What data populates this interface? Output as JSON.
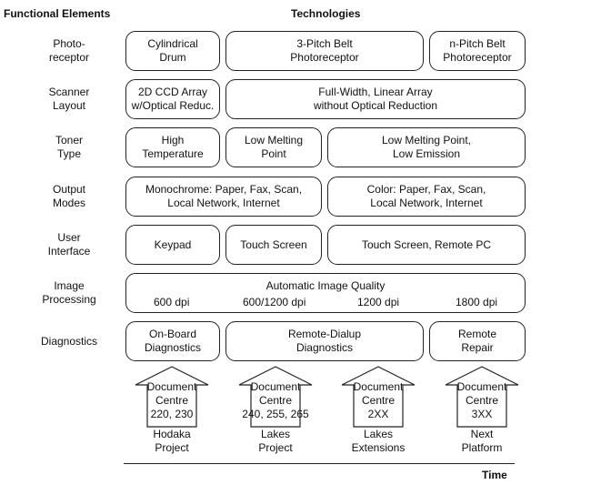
{
  "headers": {
    "functional": "Functional Elements",
    "technologies": "Technologies"
  },
  "rows": {
    "photoreceptor": {
      "label": "Photo-\nreceptor",
      "boxes": [
        "Cylindrical\nDrum",
        "3-Pitch Belt\nPhotoreceptor",
        "n-Pitch Belt\nPhotoreceptor"
      ]
    },
    "scanner": {
      "label": "Scanner\nLayout",
      "boxes": [
        "2D CCD Array\nw/Optical Reduc.",
        "Full-Width, Linear Array\nwithout Optical Reduction"
      ]
    },
    "toner": {
      "label": "Toner\nType",
      "boxes": [
        "High\nTemperature",
        "Low Melting\nPoint",
        "Low Melting Point,\nLow Emission"
      ]
    },
    "output": {
      "label": "Output\nModes",
      "boxes": [
        "Monochrome: Paper, Fax, Scan,\nLocal Network, Internet",
        "Color: Paper, Fax, Scan,\nLocal Network, Internet"
      ]
    },
    "ui": {
      "label": "User\nInterface",
      "boxes": [
        "Keypad",
        "Touch Screen",
        "Touch Screen, Remote PC"
      ]
    },
    "image": {
      "label": "Image\nProcessing",
      "title": "Automatic Image Quality",
      "dpi": [
        "600 dpi",
        "600/1200 dpi",
        "1200 dpi",
        "1800 dpi"
      ]
    },
    "diagnostics": {
      "label": "Diagnostics",
      "boxes": [
        "On-Board\nDiagnostics",
        "Remote-Dialup\nDiagnostics",
        "Remote\nRepair"
      ]
    }
  },
  "products": [
    {
      "arrow": "Document\nCentre\n220, 230",
      "project": "Hodaka\nProject"
    },
    {
      "arrow": "Document\nCentre\n240, 255, 265",
      "project": "Lakes\nProject"
    },
    {
      "arrow": "Document\nCentre\n2XX",
      "project": "Lakes\nExtensions"
    },
    {
      "arrow": "Document\nCentre\n3XX",
      "project": "Next\nPlatform"
    }
  ],
  "timeline_label": "Time"
}
